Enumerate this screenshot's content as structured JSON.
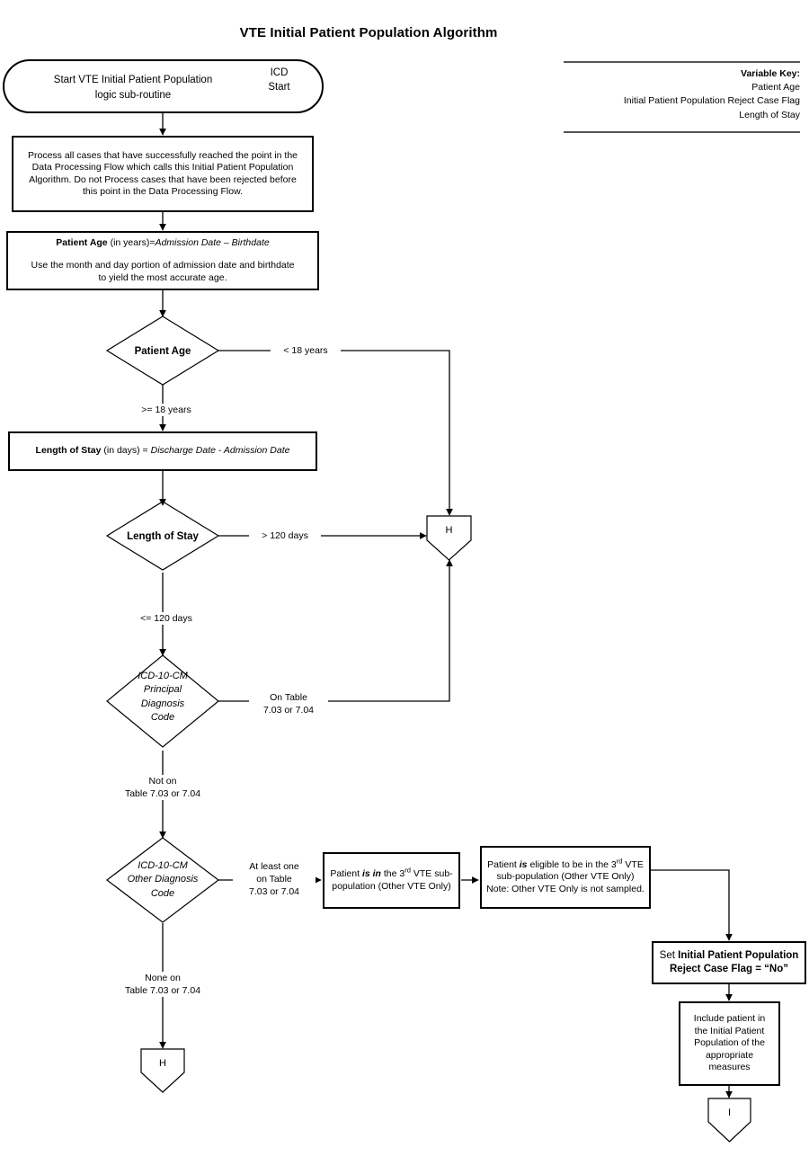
{
  "title": "VTE Initial Patient Population Algorithm",
  "variable_key": {
    "heading": "Variable Key:",
    "items": [
      "Patient Age",
      "Initial Patient Population Reject Case Flag",
      "Length of Stay"
    ]
  },
  "nodes": {
    "start": {
      "label_line1": "Start VTE Initial Patient Population",
      "label_line2": "logic sub-routine",
      "connector_line1": "ICD",
      "connector_line2": "Start"
    },
    "process_note": {
      "line1": "Process all cases that have successfully reached the point in the",
      "line2": "Data Processing Flow which calls this Initial Patient Population",
      "line3": "Algorithm. Do not Process cases that have been rejected before",
      "line4": "this point in the Data Processing Flow."
    },
    "patient_age_calc": {
      "bold": "Patient Age",
      "plain": " (in years)=",
      "italic": "Admission Date – Birthdate",
      "sub1": "Use the month and day portion of admission date and birthdate",
      "sub2": "to yield the most accurate age."
    },
    "patient_age_decision": {
      "label": "Patient Age"
    },
    "los_calc": {
      "bold": "Length of Stay",
      "plain": " (in days) = ",
      "italic": "Discharge Date - Admission Date"
    },
    "los_decision": {
      "label": "Length of Stay"
    },
    "principal_dx": {
      "line1": "ICD-10-CM",
      "line2": "Principal",
      "line3": "Diagnosis",
      "line4": "Code"
    },
    "other_dx": {
      "line1": "ICD-10-CM",
      "line2": "Other Diagnosis",
      "line3": "Code"
    },
    "subpop_in": {
      "pre": "Patient ",
      "em": "is in",
      "post": " the 3",
      "sup": "rd",
      "tail": " VTE sub-population (Other VTE Only)"
    },
    "subpop_eligible": {
      "pre": "Patient ",
      "em": "is",
      "post": " eligible to be in the 3",
      "sup": "rd",
      "tail": " VTE sub-population (Other VTE Only)  Note:  Other VTE Only is not sampled."
    },
    "set_flag": {
      "pre": "Set ",
      "bold": "Initial Patient Population Reject Case Flag",
      "post": " = “No”"
    },
    "include_patient": {
      "line1": "Include patient in",
      "line2": "the Initial Patient",
      "line3": "Population of the",
      "line4": "appropriate",
      "line5": "measures"
    },
    "connector_h_top": {
      "label": "H"
    },
    "connector_h_bottom": {
      "label": "H"
    },
    "connector_i": {
      "label": "I"
    }
  },
  "edge_labels": {
    "age_lt18": "< 18 years",
    "age_gte18": ">= 18 years",
    "los_gt120": "> 120 days",
    "los_lte120": "<= 120 days",
    "principal_on_table_l1": "On Table",
    "principal_on_table_l2": "7.03 or 7.04",
    "principal_not_on_l1": "Not on",
    "principal_not_on_l2": "Table 7.03 or 7.04",
    "other_atleast_l1": "At least one",
    "other_atleast_l2": "on Table",
    "other_atleast_l3": "7.03 or 7.04",
    "other_none_l1": "None on",
    "other_none_l2": "Table 7.03 or 7.04"
  },
  "colors": {
    "stroke": "#000000",
    "background": "#ffffff",
    "key_rule": "#555555"
  }
}
